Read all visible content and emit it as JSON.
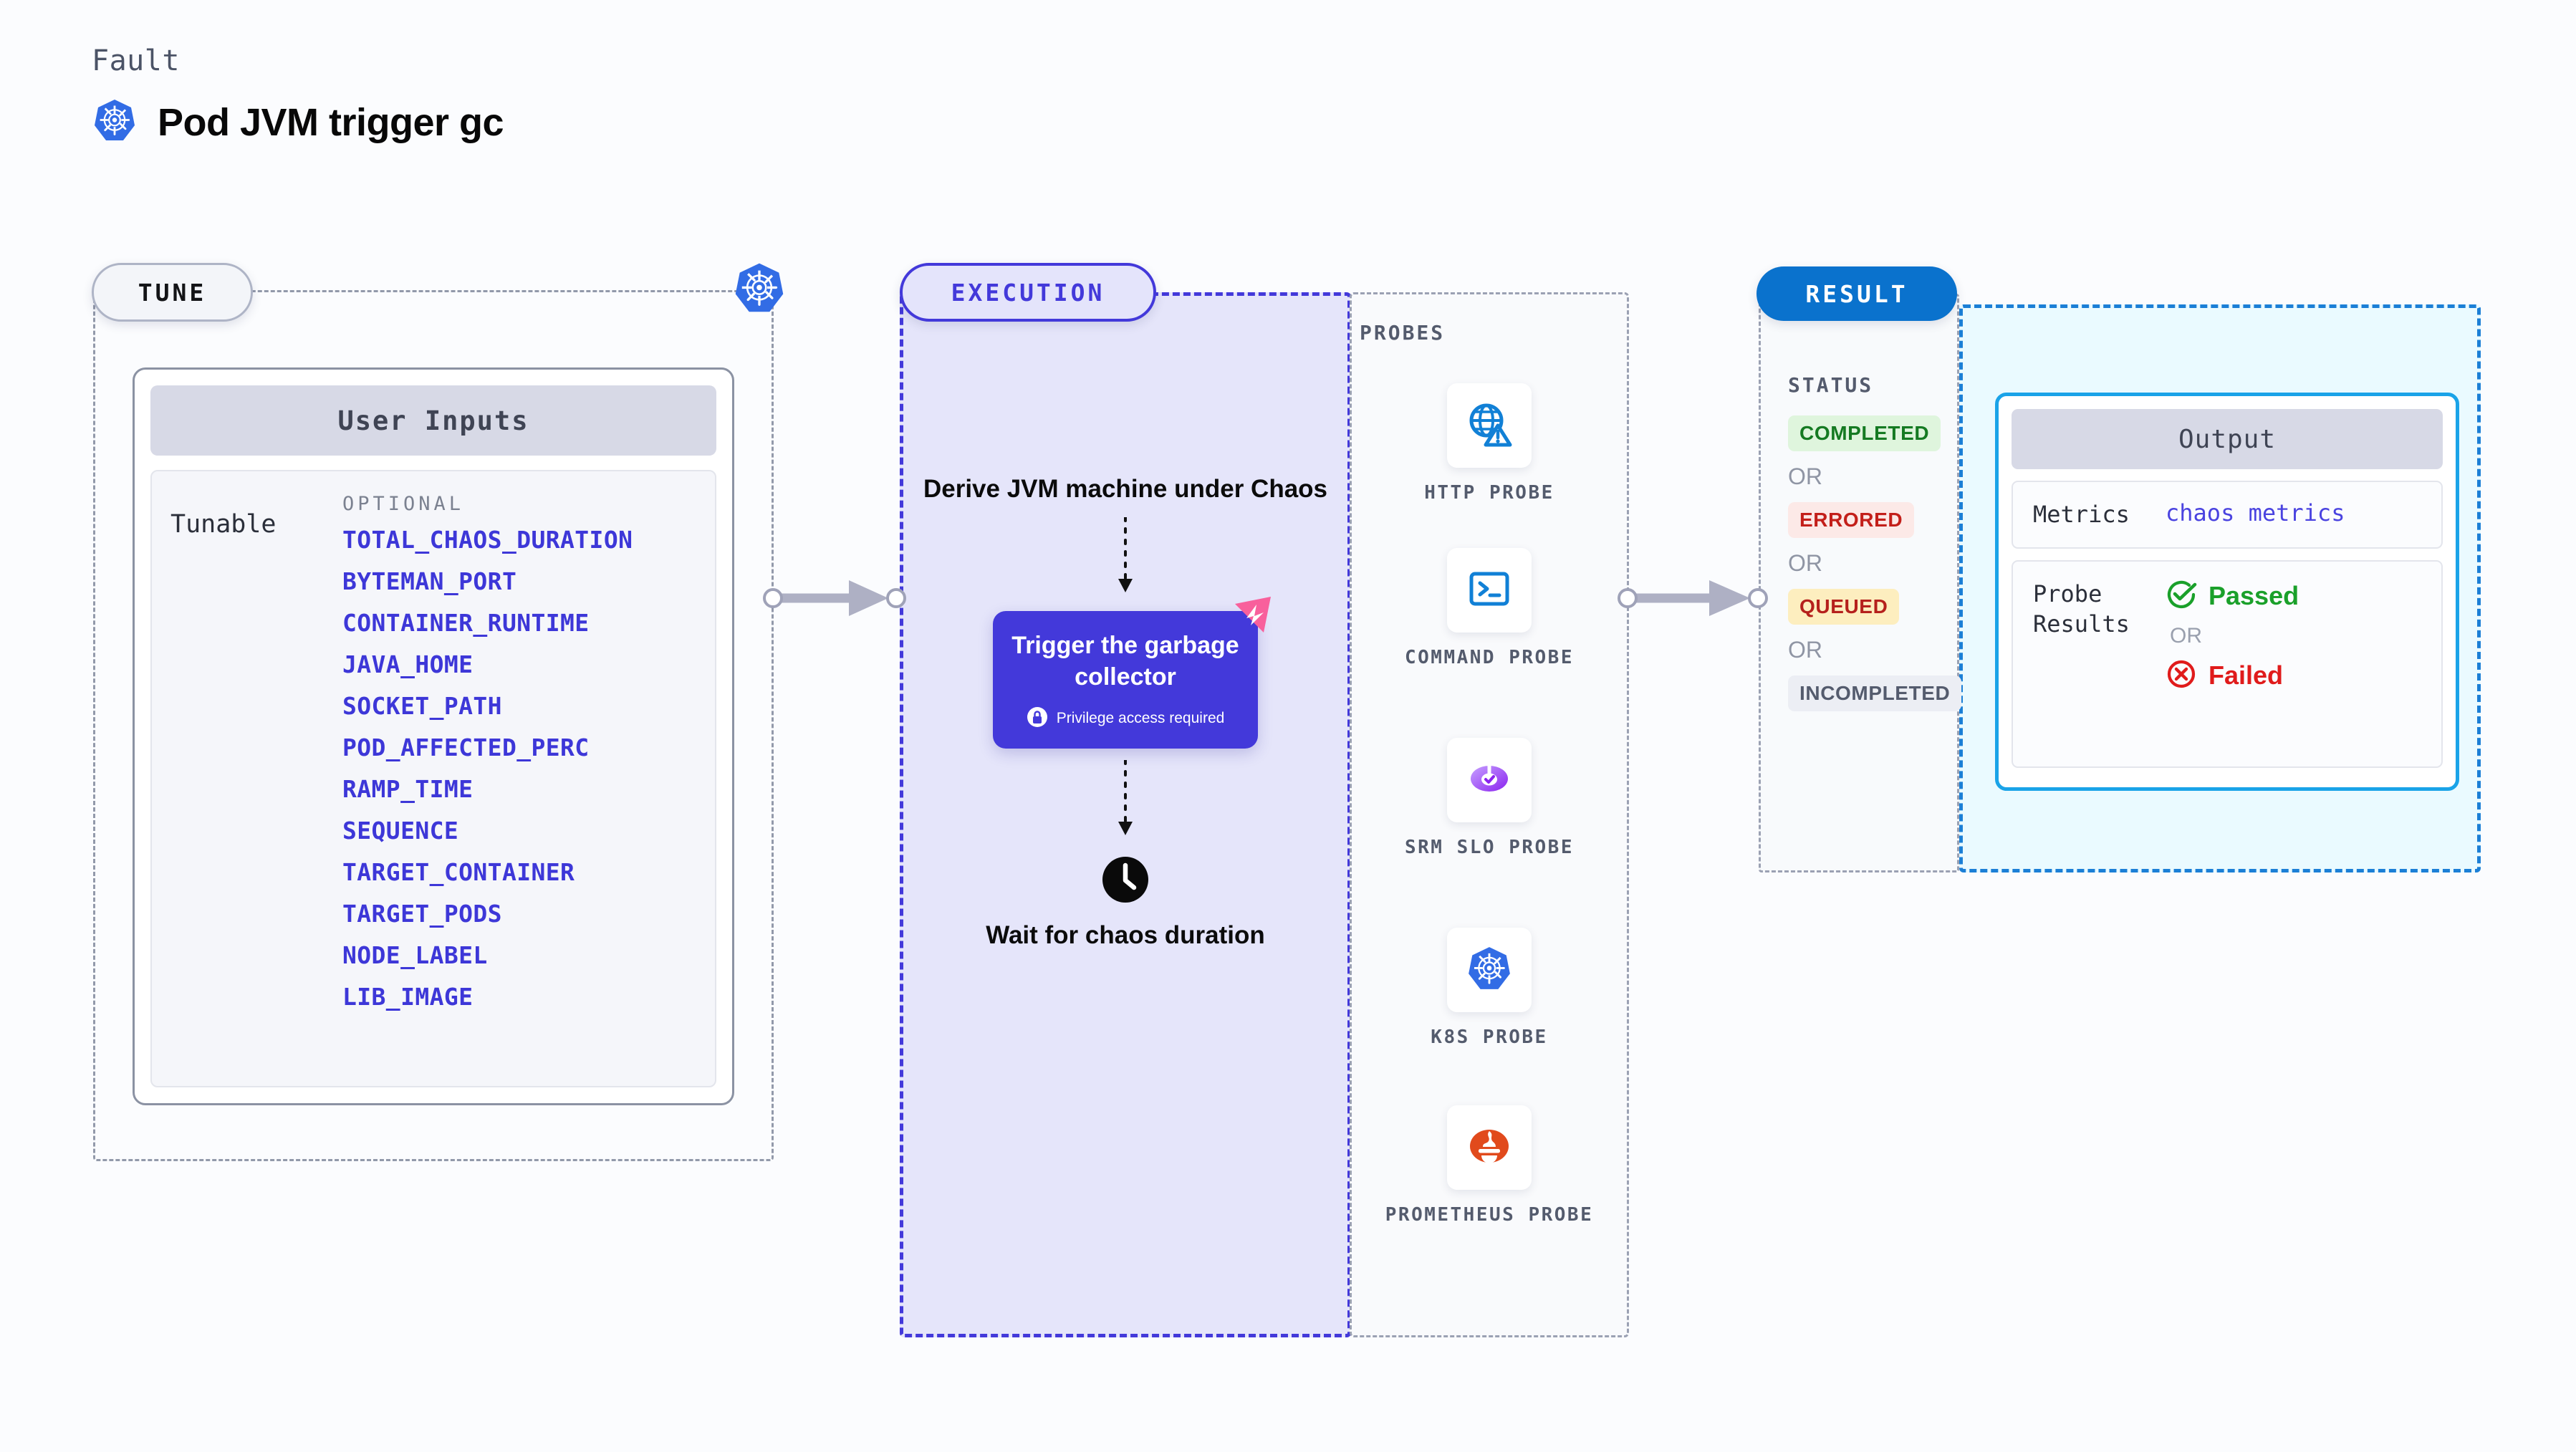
{
  "header": {
    "kicker": "Fault",
    "title": "Pod JVM trigger gc",
    "icon": "kubernetes-icon"
  },
  "stages": {
    "tune": "TUNE",
    "execution": "EXECUTION",
    "result": "RESULT"
  },
  "tune": {
    "card_header": "User Inputs",
    "row_label": "Tunable",
    "group_label": "OPTIONAL",
    "params": [
      "TOTAL_CHAOS_DURATION",
      "BYTEMAN_PORT",
      "CONTAINER_RUNTIME",
      "JAVA_HOME",
      "SOCKET_PATH",
      "POD_AFFECTED_PERC",
      "RAMP_TIME",
      "SEQUENCE",
      "TARGET_CONTAINER",
      "TARGET_PODS",
      "NODE_LABEL",
      "LIB_IMAGE"
    ],
    "param_gaps": [
      4,
      7,
      9,
      10,
      11
    ],
    "link_icon": "kubernetes-icon",
    "param_color": "#3d37d8"
  },
  "execution": {
    "step_1": "Derive JVM machine under Chaos",
    "step_2_title": "Trigger the garbage collector",
    "step_2_note": "Privilege access required",
    "step_2_note_icon": "lock-icon",
    "step_2_badge_icon": "chaos-flag-icon",
    "step_3_icon": "clock-icon",
    "step_3": "Wait for chaos duration",
    "accent": "#4339da"
  },
  "probes": {
    "title": "PROBES",
    "items": [
      {
        "name": "HTTP PROBE",
        "icon": "globe-warning-icon"
      },
      {
        "name": "COMMAND PROBE",
        "icon": "terminal-icon"
      },
      {
        "name": "SRM SLO PROBE",
        "icon": "srm-slo-icon"
      },
      {
        "name": "K8S PROBE",
        "icon": "kubernetes-icon"
      },
      {
        "name": "PROMETHEUS PROBE",
        "icon": "prometheus-icon"
      }
    ]
  },
  "result": {
    "status_title": "STATUS",
    "or_label": "OR",
    "statuses": [
      {
        "label": "COMPLETED",
        "bg": "#dff5dd",
        "color": "#157a22"
      },
      {
        "label": "ERRORED",
        "bg": "#fce9e7",
        "color": "#c31f1a"
      },
      {
        "label": "QUEUED",
        "bg": "#fdeebf",
        "color": "#b5201c"
      },
      {
        "label": "INCOMPLETED",
        "bg": "#eceef4",
        "color": "#545b6d"
      }
    ],
    "output": {
      "header": "Output",
      "metrics_key": "Metrics",
      "metrics_value": "chaos metrics",
      "probe_key": "Probe Results",
      "passed": "Passed",
      "passed_icon": "check-circle-icon",
      "passed_color": "#1aa02a",
      "failed": "Failed",
      "failed_icon": "x-circle-icon",
      "failed_color": "#e01b1b",
      "or_label": "OR"
    },
    "accent": "#1b7fd6"
  }
}
